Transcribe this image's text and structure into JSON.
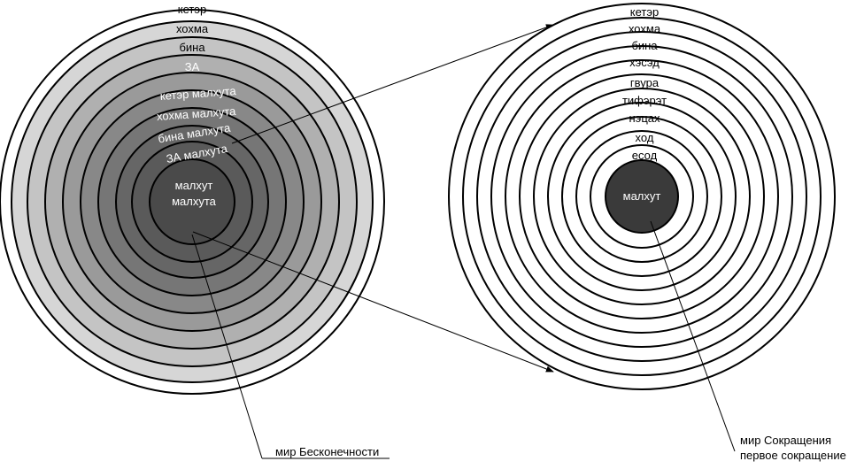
{
  "left_diagram": {
    "name_label": "мир Бесконечности",
    "outer_rings": [
      {
        "label": "кетэр",
        "fill": "#ffffff"
      },
      {
        "label": "хохма",
        "fill": "#d6d6d6"
      },
      {
        "label": "бина",
        "fill": "#c4c4c4"
      },
      {
        "label": "ЗА",
        "fill": "#b0b0b0"
      }
    ],
    "inner_rings": [
      {
        "label": "кетэр малхута",
        "fill": "#9a9a9a"
      },
      {
        "label": "хохма малхута",
        "fill": "#888888"
      },
      {
        "label": "бина малхута",
        "fill": "#767676"
      },
      {
        "label": "ЗА малхута",
        "fill": "#666666"
      }
    ],
    "center": {
      "line1": "малхут",
      "line2": "малхута",
      "fill": "#4a4a4a"
    }
  },
  "right_diagram": {
    "name_label_line1": "мир Сокращения",
    "name_label_line2": "первое  сокращение",
    "rings": [
      "кетэр",
      "хохма",
      "бина",
      "хэсэд",
      "гвура",
      "тифэрэт",
      "нэцах",
      "ход",
      "есод"
    ],
    "center": {
      "label": "малхут",
      "fill": "#3a3a3a"
    }
  },
  "colors": {
    "stroke": "#000000",
    "text_light": "#ffffff",
    "text_dark": "#000000"
  }
}
